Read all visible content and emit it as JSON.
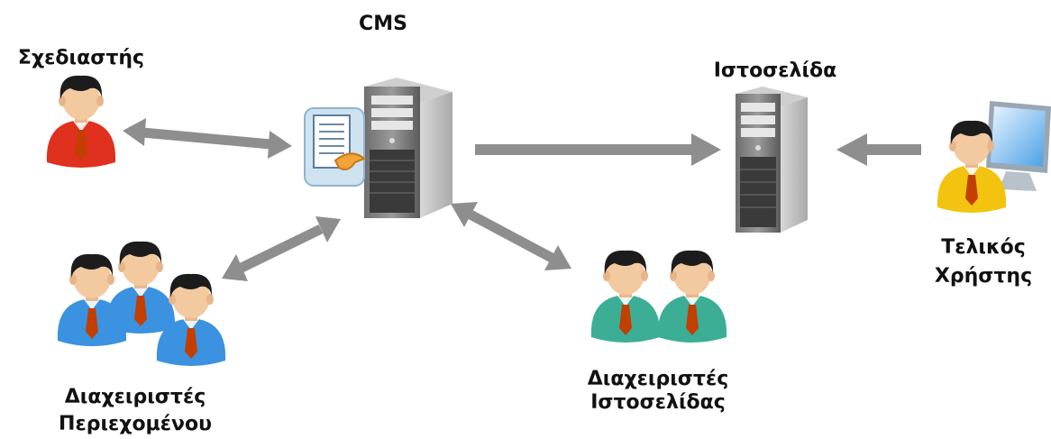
{
  "labels": {
    "cms": "CMS",
    "designer": "Σχεδιαστής",
    "website": "Ιστοσελίδα",
    "end_user": [
      "Τελικός",
      "Χρήστης"
    ],
    "content_managers": [
      "Διαχειριστές",
      "Περιεχομένου"
    ],
    "site_managers": [
      "Διαχειριστές",
      "Ιστοσελίδας"
    ]
  },
  "colors": {
    "arrow": "#8e8e8e",
    "designer_shirt": "#e0301e",
    "content_managers_shirt": "#3b92e0",
    "site_managers_shirt": "#3cae96",
    "end_user_shirt": "#f2c40f",
    "tie": "#c23f00"
  },
  "icons": [
    "designer-person-icon",
    "cms-server-icon",
    "document-icon",
    "website-server-icon",
    "end-user-person-icon",
    "monitor-icon",
    "content-managers-group-icon",
    "site-managers-group-icon"
  ]
}
